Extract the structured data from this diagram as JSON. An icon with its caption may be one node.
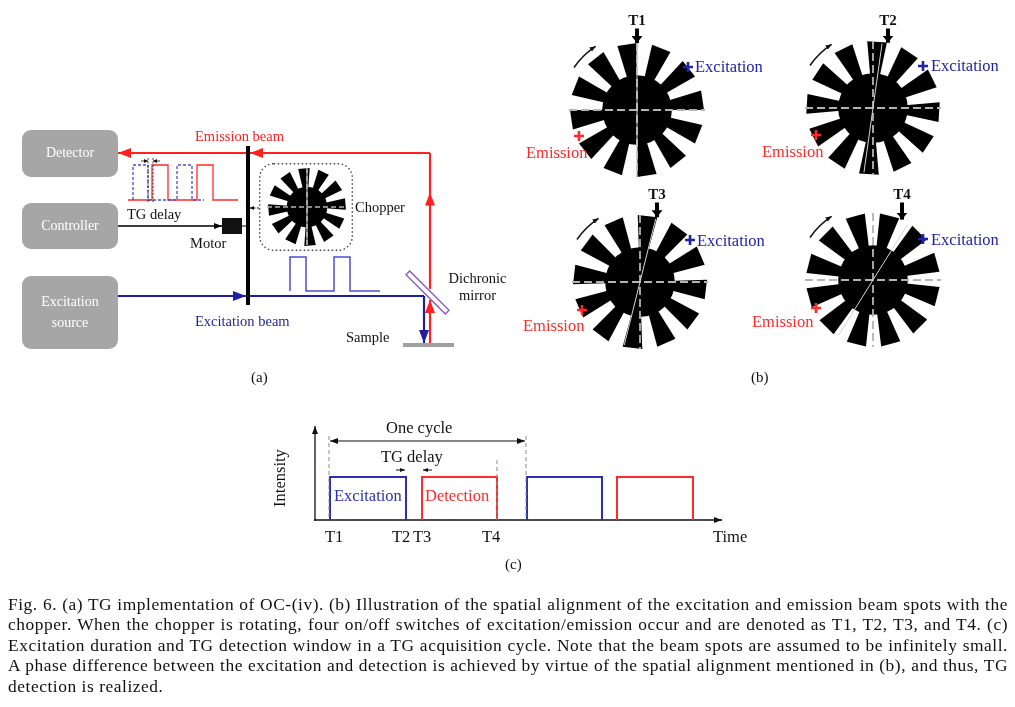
{
  "diagram": {
    "caption": "Fig. 6. (a) TG implementation of OC-(iv). (b) Illustration of the spatial alignment of the excitation and emission beam spots with the chopper. When the chopper is rotating, four on/off switches of excitation/emission occur and are denoted as T1, T2, T3, and T4. (c) Excitation duration and TG detection window in a TG acquisition cycle. Note that the beam spots are assumed to be infinitely small. A phase difference between the excitation and detection is achieved by virtue of the spatial alignment mentioned in (b), and thus, TG detection is realized.",
    "nodes": [
      {
        "text": [
          "Detector"
        ]
      },
      {
        "text": [
          "Controller"
        ]
      },
      {
        "text": [
          "Excitation source"
        ]
      },
      {
        "text": [],
        "shape": "box",
        "beside": [
          "Motor"
        ]
      },
      {
        "text": [],
        "shape": "bar"
      },
      {
        "text": [],
        "shape": "box",
        "beside": [
          "Chopper"
        ]
      },
      {
        "text": [],
        "shape": "bar",
        "beside": [
          "Dichronic mirror"
        ]
      },
      {
        "text": [],
        "shape": "bar",
        "beside": [
          "Sample"
        ]
      },
      {
        "text": [
          "T1"
        ]
      },
      {
        "text": [],
        "shape": "picture"
      },
      {
        "text": [
          "T2"
        ]
      },
      {
        "text": [],
        "shape": "picture"
      },
      {
        "text": [
          "T3"
        ]
      },
      {
        "text": [],
        "shape": "picture"
      },
      {
        "text": [
          "T4"
        ]
      },
      {
        "text": [],
        "shape": "picture"
      }
    ],
    "edges": [
      {
        "from": 1,
        "to": 3,
        "arrow": "to"
      },
      {
        "from": 3,
        "to": 4,
        "arrow": "none",
        "color": "#808080"
      },
      {
        "from": 5,
        "to": 4,
        "arrow": "to",
        "style": "dashed"
      },
      {
        "from": 2,
        "to": 4,
        "arrow": "to",
        "label": "Excitation beam",
        "color": "#1f1f9e"
      },
      {
        "from": 4,
        "to": 6,
        "arrow": "none",
        "color": "#1f1f9e"
      },
      {
        "from": 6,
        "to": 7,
        "arrow": "to",
        "color": "#1f1f9e"
      },
      {
        "from": 7,
        "to": 6,
        "arrow": "to",
        "color": "#ff2020"
      },
      {
        "from": 6,
        "to": 4,
        "arrow": "to",
        "color": "#ff2020"
      },
      {
        "from": 4,
        "to": 0,
        "arrow": "to",
        "label": "Emission beam",
        "color": "#ff2020"
      },
      {
        "from": 8,
        "to": 9,
        "arrow": "to",
        "style": "thick"
      },
      {
        "from": 10,
        "to": 11,
        "arrow": "to",
        "style": "thick"
      },
      {
        "from": 12,
        "to": 13,
        "arrow": "to",
        "style": "thick"
      },
      {
        "from": 14,
        "to": 15,
        "arrow": "to",
        "style": "thick"
      }
    ],
    "labels": [
      "TG delay",
      "Excitation",
      "Emission",
      "Excitation",
      "Emission",
      "Excitation",
      "Emission",
      "Excitation",
      "Emission",
      "(a)",
      "(b)",
      "One cycle",
      "TG delay",
      "Intensity",
      "Excitation",
      "Detection",
      "T1",
      "T2",
      "T3",
      "T4",
      "Time",
      "(c)"
    ]
  }
}
